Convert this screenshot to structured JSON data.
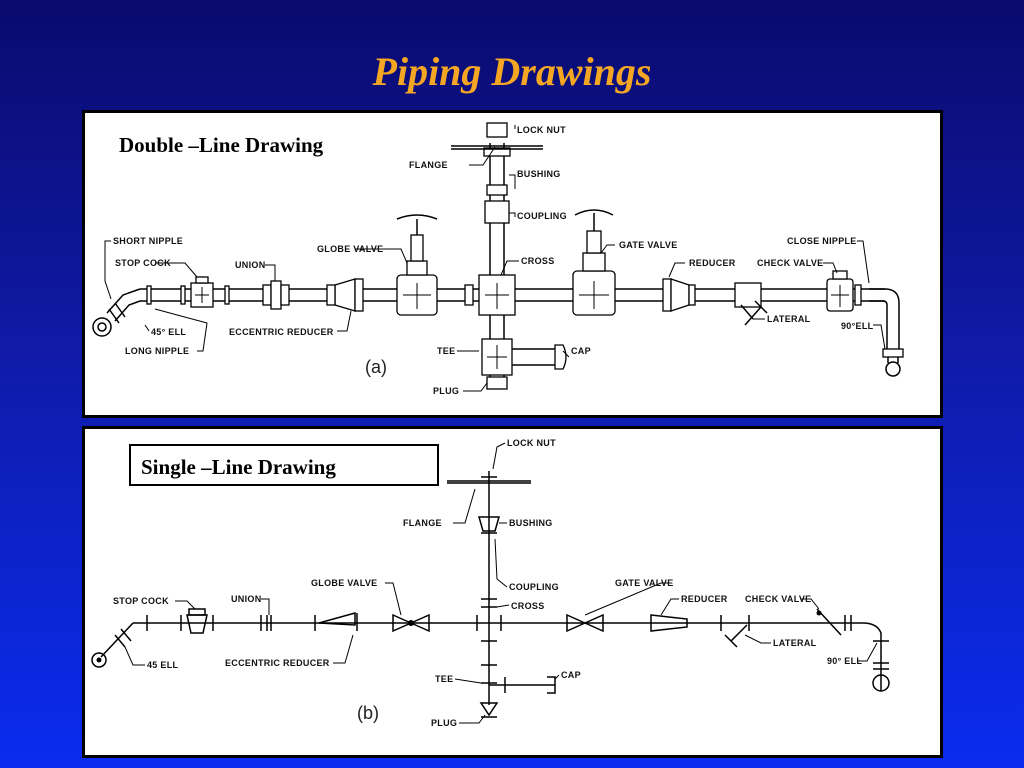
{
  "title": "Piping Drawings",
  "panel_a": {
    "heading": "Double –Line Drawing",
    "sublabel": "(a)",
    "labels": {
      "lock_nut": "LOCK NUT",
      "flange": "FLANGE",
      "bushing": "BUSHING",
      "coupling": "COUPLING",
      "short_nipple": "SHORT NIPPLE",
      "globe_valve": "GLOBE VALVE",
      "gate_valve": "GATE VALVE",
      "close_nipple": "CLOSE NIPPLE",
      "stop_cock": "STOP COCK",
      "union": "UNION",
      "cross": "CROSS",
      "reducer": "REDUCER",
      "check_valve": "CHECK VALVE",
      "ell_45": "45° ELL",
      "eccentric_reducer": "ECCENTRIC REDUCER",
      "lateral": "LATERAL",
      "ell_90": "90°ELL",
      "long_nipple": "LONG NIPPLE",
      "tee": "TEE",
      "cap": "CAP",
      "plug": "PLUG"
    }
  },
  "panel_b": {
    "heading": "Single –Line Drawing",
    "sublabel": "(b)",
    "labels": {
      "lock_nut": "LOCK NUT",
      "flange": "FLANGE",
      "bushing": "BUSHING",
      "coupling": "COUPLING",
      "cross": "CROSS",
      "globe_valve": "GLOBE VALVE",
      "gate_valve": "GATE VALVE",
      "stop_cock": "STOP COCK",
      "union": "UNION",
      "reducer": "REDUCER",
      "check_valve": "CHECK VALVE",
      "ell_45": "45 ELL",
      "eccentric_reducer": "ECCENTRIC REDUCER",
      "lateral": "LATERAL",
      "ell_90": "90° ELL",
      "tee": "TEE",
      "cap": "CAP",
      "plug": "PLUG"
    }
  }
}
